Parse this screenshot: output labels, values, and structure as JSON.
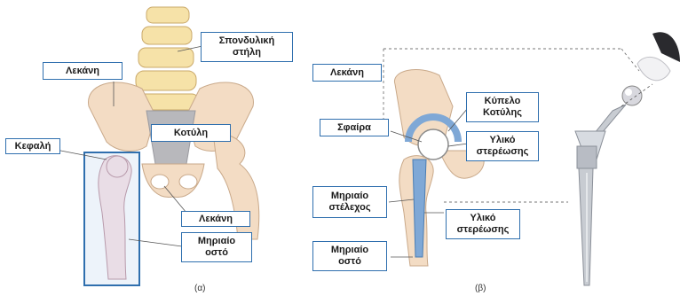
{
  "figure_a": {
    "caption": "(α)",
    "labels": {
      "spine": "Σπονδυλική\nστήλη",
      "pelvis_top": "Λεκάνη",
      "acetabulum": "Κοτύλη",
      "head": "Κεφαλή",
      "pelvis_bottom": "Λεκάνη",
      "femur": "Μηριαίο\nοστό"
    }
  },
  "figure_b": {
    "caption": "(β)",
    "labels": {
      "pelvis": "Λεκάνη",
      "ball": "Σφαίρα",
      "cup": "Κύπελο\nΚοτύλης",
      "cement_top": "Υλικό\nστερέωσης",
      "stem": "Μηριαίο\nστέλεχος",
      "cement_bottom": "Υλικό\nστερέωσης",
      "femur": "Μηριαίο\nοστό"
    }
  },
  "colors": {
    "bone": "#f3dcc4",
    "bone_outline": "#c9a98a",
    "vertebra": "#f6e2a8",
    "cartilage": "#b8b8bc",
    "femur_fill": "#e9dde6",
    "highlight_box": "#2f6fae",
    "implant_blue": "#7fa8d6",
    "implant_metal": "#c8ccd2",
    "label_border": "#2f6fae"
  }
}
